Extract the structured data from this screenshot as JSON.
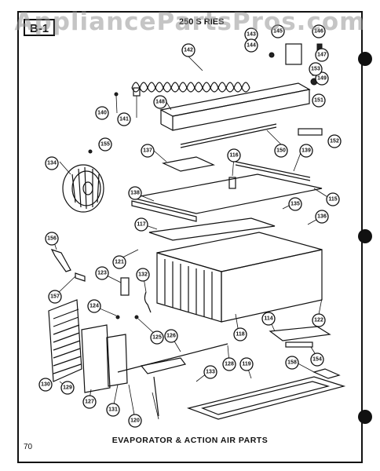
{
  "watermark": "AppliancePartsPros.com",
  "header": {
    "series_text": "250 S RIES",
    "box_label": "B-1"
  },
  "caption": "EVAPORATOR & ACTION AIR PARTS",
  "page_number": "70",
  "callouts": [
    "140",
    "141",
    "142",
    "143",
    "144",
    "145",
    "146",
    "147",
    "148",
    "149",
    "150",
    "151",
    "152",
    "153",
    "155",
    "134",
    "137",
    "116",
    "139",
    "115",
    "138",
    "135",
    "136",
    "117",
    "156",
    "121",
    "123",
    "132",
    "157",
    "124",
    "125",
    "126",
    "118",
    "114",
    "122",
    "128",
    "133",
    "119",
    "130",
    "129",
    "127",
    "131",
    "120",
    "158",
    "154"
  ]
}
